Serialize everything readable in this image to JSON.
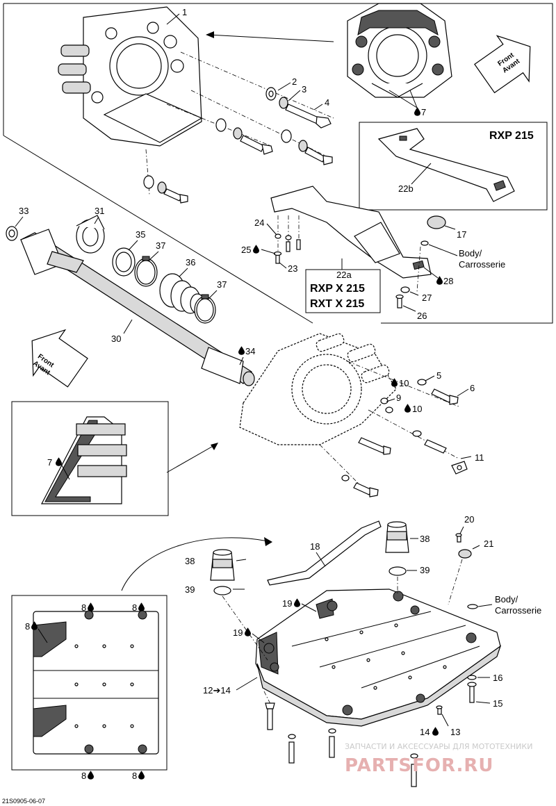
{
  "diagram": {
    "doc_code": "21S0905-06-07",
    "arrows": {
      "front_top": {
        "line1": "Front",
        "line2": "Avant"
      },
      "front_mid": {
        "line1": "Front",
        "line2": "Avant"
      }
    },
    "boxes": {
      "rxp": {
        "title": "RXP 215",
        "part": "22b"
      },
      "rxp_x": {
        "part": "22a",
        "line1": "RXP X 215",
        "line2": "RXT X 215"
      }
    },
    "body_note": {
      "line1": "Body/",
      "line2": "Carrosserie"
    },
    "arrow_12_14": "12➔14",
    "labels": {
      "p1": "1",
      "p2": "2",
      "p3": "3",
      "p4": "4",
      "p5": "5",
      "p6": "6",
      "p7": "7",
      "p7b": "7",
      "p8a": "8",
      "p8b": "8",
      "p8c": "8",
      "p8d": "8",
      "p8e": "8",
      "p9": "9",
      "p10a": "10",
      "p10b": "10",
      "p11": "11",
      "p13": "13",
      "p14": "14",
      "p15": "15",
      "p16": "16",
      "p17": "17",
      "p18": "18",
      "p19a": "19",
      "p19b": "19",
      "p20": "20",
      "p21": "21",
      "p23": "23",
      "p24": "24",
      "p25": "25",
      "p26": "26",
      "p27": "27",
      "p28": "28",
      "p30": "30",
      "p31": "31",
      "p33": "33",
      "p34": "34",
      "p35": "35",
      "p36": "36",
      "p37a": "37",
      "p37b": "37",
      "p38a": "38",
      "p38b": "38",
      "p39a": "39",
      "p39b": "39"
    },
    "watermark": {
      "line1": "ЗАПЧАСТИ И АКСЕССУАРЫ ДЛЯ МОТОТЕХНИКИ",
      "line2": "PARTSFOR.RU"
    }
  }
}
